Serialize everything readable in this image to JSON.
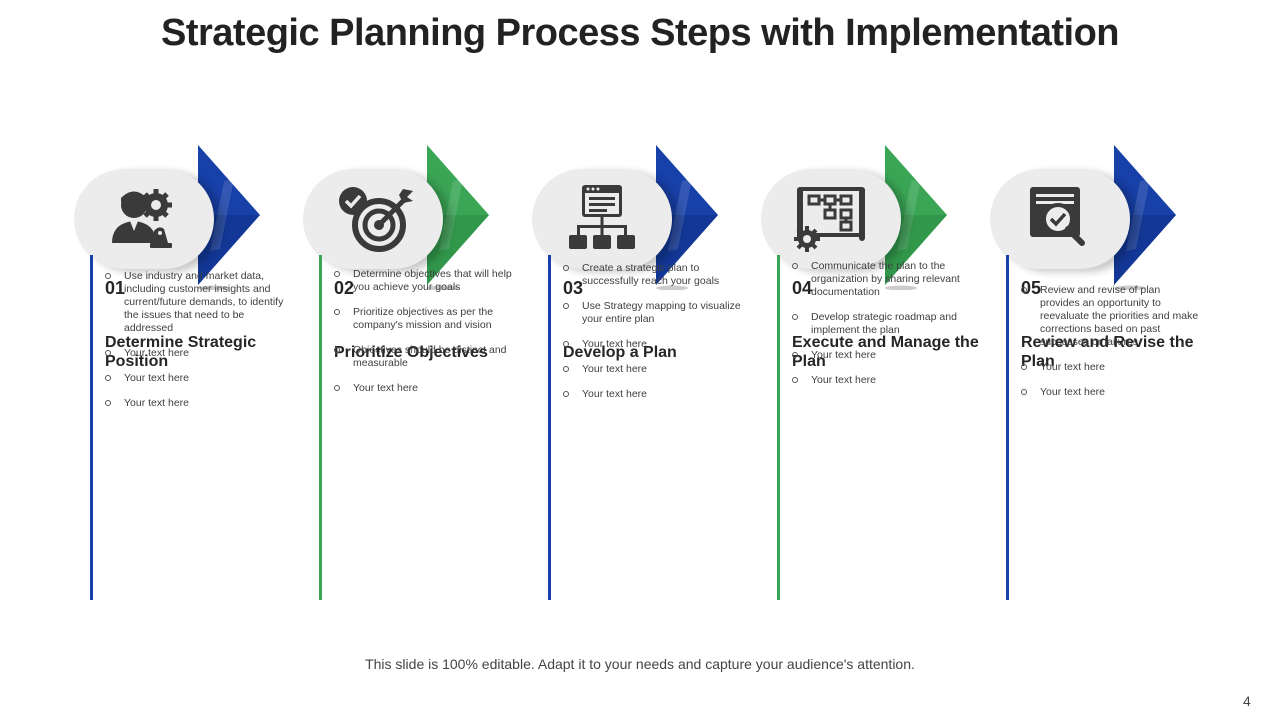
{
  "title": "Strategic Planning Process Steps with Implementation",
  "footer": "This slide is 100% editable. Adapt it to your needs and capture your audience's attention.",
  "page_number": "4",
  "colors": {
    "blue": "#1740a8",
    "green": "#3aa655",
    "oval": "#ececec",
    "icon": "#3a3a3a"
  },
  "steps": [
    {
      "number": "01",
      "heading": "Determine Strategic Position",
      "color": "blue",
      "icon": "business-person-gear-icon",
      "bullets": [
        "Use industry and market data, including customer insights and current/future demands, to identify the issues that need to be addressed",
        "Your text here",
        "Your text here",
        "Your text here"
      ]
    },
    {
      "number": "02",
      "heading": "Prioritize Objectives",
      "color": "green",
      "icon": "target-checkmark-icon",
      "bullets": [
        "Determine objectives that will help you achieve your goals",
        "Prioritize objectives as per the company's mission and vision",
        "Objectives should be distinct and measurable",
        "Your text here"
      ]
    },
    {
      "number": "03",
      "heading": "Develop a Plan",
      "color": "blue",
      "icon": "hierarchy-plan-icon",
      "bullets": [
        "Create a strategic plan to successfully reach your goals",
        "Use Strategy mapping to visualize your entire plan",
        "Your text here",
        "Your text here",
        "Your text here"
      ]
    },
    {
      "number": "04",
      "heading": "Execute and Manage the Plan",
      "color": "green",
      "icon": "blueprint-gear-icon",
      "bullets": [
        "Communicate  the plan to the organization by sharing relevant documentation",
        "Develop strategic roadmap and implement  the plan",
        "Your text here",
        "Your text here"
      ]
    },
    {
      "number": "05",
      "heading": "Review and Revise the Plan",
      "color": "blue",
      "icon": "document-review-magnifier-icon",
      "bullets": [
        "Review and revise of plan provides an opportunity to reevaluate the priorities and make  corrections based on past successes or failures",
        "Your text here",
        "Your text here"
      ]
    }
  ]
}
